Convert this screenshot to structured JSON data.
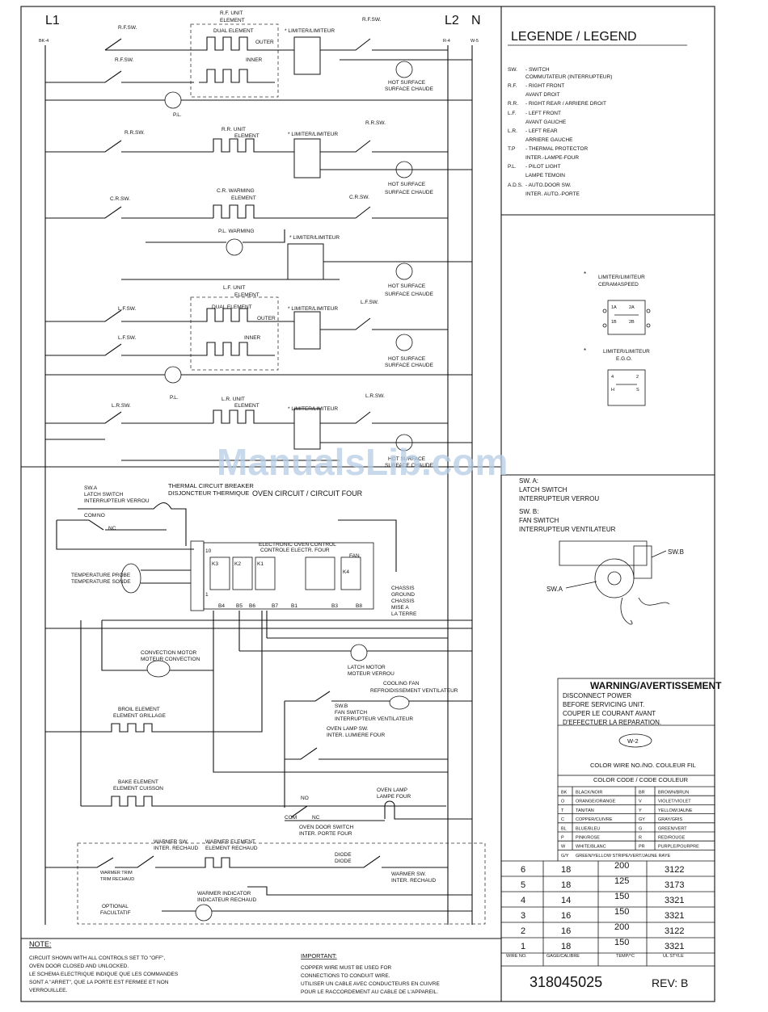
{
  "lines": {
    "l1": "L1",
    "l2": "L2",
    "n": "N",
    "bk4": "BK-4",
    "r4": "R-4",
    "w5": "W-5"
  },
  "legend": {
    "title": "LEGENDE / LEGEND",
    "items": [
      {
        "abbr": "SW.",
        "text": "- SWITCH",
        "text2": "COMMUTATEUR (INTERRUPTEUR)"
      },
      {
        "abbr": "R.F.",
        "text": "- RIGHT FRONT",
        "text2": "AVANT DROIT"
      },
      {
        "abbr": "R.R.",
        "text": "- RIGHT REAR / ARRIERE DROIT",
        "text2": ""
      },
      {
        "abbr": "L.F.",
        "text": "- LEFT FRONT",
        "text2": "AVANT GAUCHE"
      },
      {
        "abbr": "L.R.",
        "text": "- LEFT REAR",
        "text2": "ARRIERE GAUCHE"
      },
      {
        "abbr": "T.P",
        "text": "- THERMAL PROTECTOR",
        "text2": "INTER.-LAMPE-FOUR"
      },
      {
        "abbr": "P.L.",
        "text": "- PILOT LIGHT",
        "text2": "LAMPE TEMOIN"
      },
      {
        "abbr": "A.D.S.",
        "text": "- AUTO.DOOR SW.",
        "text2": "INTER. AUTO.-PORTE"
      }
    ]
  },
  "limiters": {
    "ceramaspeed": "LIMITER/LIMITEUR",
    "ceramaspeed2": "CERAMASPEED",
    "ego": "LIMITER/LIMITEUR",
    "ego2": "E.G.O.",
    "star": "*",
    "pins1": [
      "1A",
      "2A",
      "1B",
      "2B"
    ],
    "pins2": [
      "4",
      "2",
      "H",
      "S"
    ]
  },
  "switches": {
    "swa": "SW. A:",
    "swa1": "LATCH SWITCH",
    "swa2": "INTERRUPTEUR VERROU",
    "swb": "SW. B:",
    "swb1": "FAN SWITCH",
    "swb2": "INTERRUPTEUR VENTILATEUR",
    "lbl_a": "SW.A",
    "lbl_b": "SW.B"
  },
  "warning": {
    "title": "WARNING/AVERTISSEMENT",
    "lines": [
      "DISCONNECT POWER",
      "BEFORE SERVICING UNIT.",
      "COUPER LE COURANT AVANT",
      "D'EFFECTUER LA REPARATION."
    ],
    "wire_example": "W-2",
    "wire_caption": "COLOR WIRE NO./NO. COULEUR FIL"
  },
  "color_code": {
    "title": "COLOR CODE / CODE COULEUR",
    "rows": [
      [
        "BK",
        "BLACK/NOIR",
        "BR",
        "BROWN/BRUN"
      ],
      [
        "O",
        "ORANGE/ORANGE",
        "V",
        "VIOLET/VIOLET"
      ],
      [
        "T",
        "TAN/TAN",
        "Y",
        "YELLOW/JAUNE"
      ],
      [
        "C",
        "COPPER/CUIVRE",
        "GY",
        "GRAY/GRIS"
      ],
      [
        "BL",
        "BLUE/BLEU",
        "G",
        "GREEN/VERT"
      ],
      [
        "P",
        "PINK/ROSE",
        "R",
        "RED/ROUGE"
      ],
      [
        "W",
        "WHITE/BLANC",
        "PR",
        "PURPLE/POURPRE"
      ],
      [
        "G/Y",
        "GREEN/YELLOW STRIPE/VERT/JAUNE RAYE",
        "",
        ""
      ]
    ]
  },
  "wire_table": {
    "rows": [
      [
        "6",
        "18",
        "200",
        "3122"
      ],
      [
        "5",
        "18",
        "125",
        "3173"
      ],
      [
        "4",
        "14",
        "150",
        "3321"
      ],
      [
        "3",
        "16",
        "150",
        "3321"
      ],
      [
        "2",
        "16",
        "200",
        "3122"
      ],
      [
        "1",
        "18",
        "150",
        "3321"
      ]
    ],
    "headers": [
      "WIRE NO.",
      "GAGE/CALIBRE",
      "TEMP/°C",
      "UL STYLE"
    ]
  },
  "part": {
    "number": "318045025",
    "rev": "REV: B"
  },
  "note": {
    "title": "NOTE:",
    "lines": [
      "CIRCUIT SHOWN WITH ALL CONTROLS SET TO \"OFF\",",
      "OVEN DOOR CLOSED AND UNLOCKED.",
      "LE SCHEMA ELECTRIQUE INDIQUE QUE LES COMMANDES",
      "SONT A \"ARRET\", QUE LA PORTE EST FERMEE ET NON",
      "VERROUILLEE."
    ]
  },
  "important": {
    "title": "IMPORTANT:",
    "lines": [
      "COPPER WIRE MUST BE USED FOR",
      "CONNECTIONS TO CONDUIT WIRE.",
      "UTILISER UN CABLE AVEC CONDUCTEURS EN CUIVRE",
      "POUR LE RACCORDEMENT AU CABLE DE L'APPAREIL."
    ]
  },
  "watermark": "ManualsLib.com",
  "circuit": {
    "rf_sw": "R.F.SW.",
    "rf_unit": "R.F. UNIT",
    "element": "ELEMENT",
    "dual": "DUAL ELEMENT",
    "outer": "OUTER",
    "inner": "INNER",
    "limiter": "* LIMITER/LIMITEUR",
    "hot": "HOT SURFACE",
    "hot2": "SURFACE CHAUDE",
    "pl": "P.L.",
    "rr_sw": "R.R.SW.",
    "rr_unit": "R.R. UNIT",
    "cr_sw": "C.R.SW.",
    "cr_unit": "C.R.  WARMING",
    "pl_warm": "P.L. WARMING",
    "lf_sw": "L.F.SW.",
    "lf_unit": "L.F. UNIT",
    "lr_sw": "L.R.SW.",
    "lr_unit": "L.R. UNIT",
    "thermal": "THERMAL CIRCUIT BREAKER",
    "thermal2": "DISJONCTEUR THERMIQUE",
    "oven": "OVEN CIRCUIT / CIRCUIT FOUR",
    "latch": "LATCH SWITCH",
    "latch2": "INTERRUPTEUR VERROU",
    "com": "COM",
    "no": "NO",
    "nc": "NC",
    "probe": "TEMPERATURE PROBE",
    "probe2": "TEMPERATURE SONDE",
    "eoc": "ELECTRONIC OVEN CONTROL",
    "eoc2": "CONTROLE ELECTR. FOUR",
    "chassis": [
      "CHASSIS",
      "GROUND",
      "CHASSIS",
      "MISE A",
      "LA TERRE"
    ],
    "conv": "CONVECTION MOTOR",
    "conv2": "MOTEUR CONVECTION",
    "latchm": "LATCH MOTOR",
    "latchm2": "MOTEUR VERROU",
    "fan": "COOLING FAN",
    "fan2": "REFROIDISSEMENT VENTILATEUR",
    "fansw": "FAN SWITCH",
    "fansw2": "INTERRUPTEUR VENTILATEUR",
    "lampsw": "OVEN LAMP SW.",
    "lampsw2": "INTER. LUMIERE FOUR",
    "broil": "BROIL ELEMENT",
    "broil2": "ELEMENT GRILLAGE",
    "bake": "BAKE ELEMENT",
    "bake2": "ELEMENT CUISSON",
    "lamp": "OVEN LAMP",
    "lamp2": "LAMPE FOUR",
    "doorsw": "OVEN DOOR SWITCH",
    "doorsw2": "INTER. PORTE FOUR",
    "warmsw": "WARMER SW.",
    "warmsw2": "INTER. RECHAUD",
    "warmel": "WARMER ELEMENT",
    "warmel2": "ELEMENT RECHAUD",
    "warmtrim": "WARMER TRIM",
    "warmtrim2": "TRIM RECHAUD",
    "warmind": "WARMER INDICATOR",
    "warmind2": "INDICATEUR RECHAUD",
    "diode": "DIODE",
    "diode2": "DIODE",
    "optional": "OPTIONAL",
    "optional2": "FACULTATIF",
    "relays": [
      "K3",
      "K2",
      "K1",
      "",
      "K4"
    ],
    "fanr": "FAN",
    "pins": [
      "B4",
      "B5",
      "B6",
      "B7",
      "B1",
      "B3",
      "B8"
    ]
  }
}
